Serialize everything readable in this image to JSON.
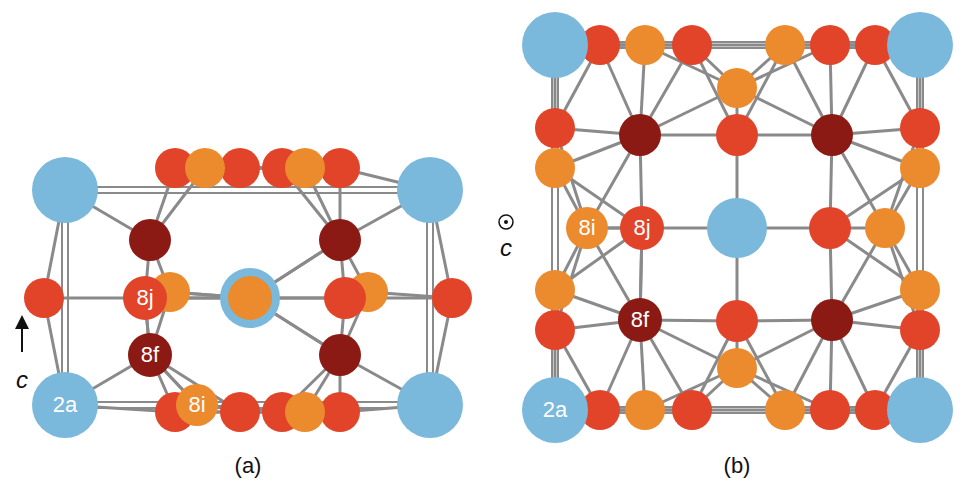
{
  "diagram": {
    "nodes": [
      {
        "text": [
          "8j"
        ]
      },
      {
        "text": [
          "8f"
        ]
      },
      {
        "text": [
          "2a"
        ]
      },
      {
        "text": [
          "8i"
        ]
      },
      {
        "text": [
          "8i"
        ]
      },
      {
        "text": [
          "8j"
        ]
      },
      {
        "text": [
          "8f"
        ]
      },
      {
        "text": [
          "2a"
        ]
      }
    ],
    "edges": [
      {
        "from": 0,
        "to": 1,
        "arrow": "none"
      },
      {
        "from": 1,
        "to": 3,
        "arrow": "none"
      },
      {
        "from": 4,
        "to": 5,
        "arrow": "none"
      },
      {
        "from": 5,
        "to": 6,
        "arrow": "none"
      }
    ],
    "labels": [
      "c",
      "c",
      "(a)",
      "(b)"
    ]
  }
}
